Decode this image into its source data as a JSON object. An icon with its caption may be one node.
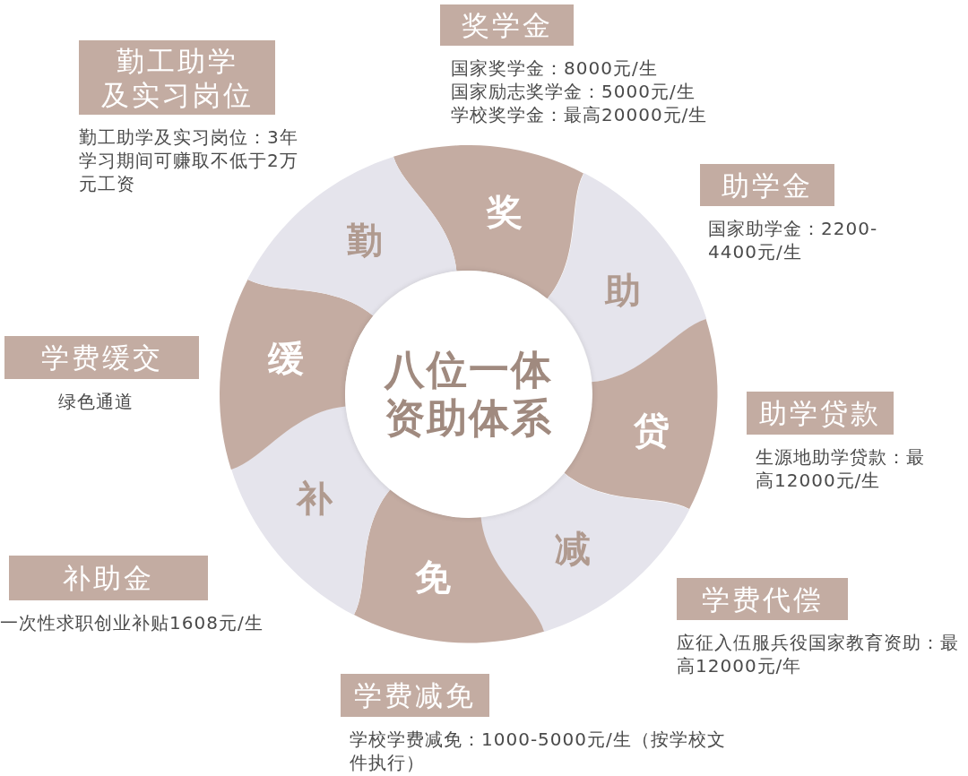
{
  "diagram": {
    "nodes": [
      {
        "text": [
          "八位一体资助体系"
        ]
      },
      {
        "text": [
          "奖"
        ]
      },
      {
        "text": [
          "助"
        ]
      },
      {
        "text": [
          "贷"
        ]
      },
      {
        "text": [
          "减"
        ]
      },
      {
        "text": [
          "免"
        ]
      },
      {
        "text": [
          "补"
        ]
      },
      {
        "text": [
          "缓"
        ]
      },
      {
        "text": [
          "勤"
        ]
      },
      {
        "text": [
          "奖学金",
          "国家奖学金：8000元/生",
          "国家励志奖学金：5000元/生",
          "学校奖学金：最高20000元/生"
        ]
      },
      {
        "text": [
          "助学金",
          "国家助学金：2200-4400元/生"
        ]
      },
      {
        "text": [
          "助学贷款",
          "生源地助学贷款：最高12000元/生"
        ]
      },
      {
        "text": [
          "学费代偿",
          "应征入伍服兵役国家教育资助：最高12000元/年"
        ]
      },
      {
        "text": [
          "学费减免",
          "学校学费减免：1000-5000元/生（按学校文件执行）"
        ]
      },
      {
        "text": [
          "补助金",
          "一次性求职创业补贴1608元/生"
        ]
      },
      {
        "text": [
          "学费缓交",
          "绿色通道"
        ]
      },
      {
        "text": [
          "勤工助学",
          "及实习岗位",
          "勤工助学及实习岗位：3年学习期间可赚取不低于2万元工资"
        ]
      }
    ]
  }
}
